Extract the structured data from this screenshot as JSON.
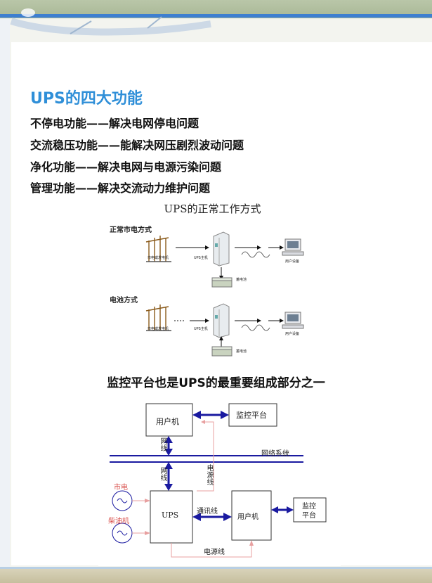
{
  "slide": {
    "title": "UPS的四大功能",
    "lines": [
      "不停电功能——解决电网停电问题",
      "交流稳压功能——能解决网压剧烈波动问题",
      "净化功能——解决电网与电源污染问题",
      "管理功能——解决交流动力维护问题"
    ],
    "subtitle": "监控平台也是UPS的最重要组成部分之一"
  },
  "diagram1": {
    "title": "UPS的正常工作方式",
    "mode_mains": "正常市电方式",
    "mode_battery": "电池方式",
    "grid_label": "市电或发电机",
    "ups_label": "UPS主机",
    "battery_label": "蓄电池",
    "device_label": "用户设备"
  },
  "diagram2": {
    "user_top": "用户机",
    "monitor_top": "监控平台",
    "network_cable_1": "网线",
    "network_system": "网络系统",
    "network_cable_2": "网线",
    "power_cable_v": "电源线",
    "mains": "市电",
    "diesel": "柴油机",
    "ups": "UPS",
    "comm_line": "通讯线",
    "user_right": "用户机",
    "monitor_right_1": "监控",
    "monitor_right_2": "平台",
    "power_cable_h": "电源线"
  },
  "colors": {
    "accent": "#2f8fd8",
    "bar_blue": "#3e7fd0",
    "line_red": "#e8a0a0",
    "arrow_navy": "#1a1aa0"
  }
}
